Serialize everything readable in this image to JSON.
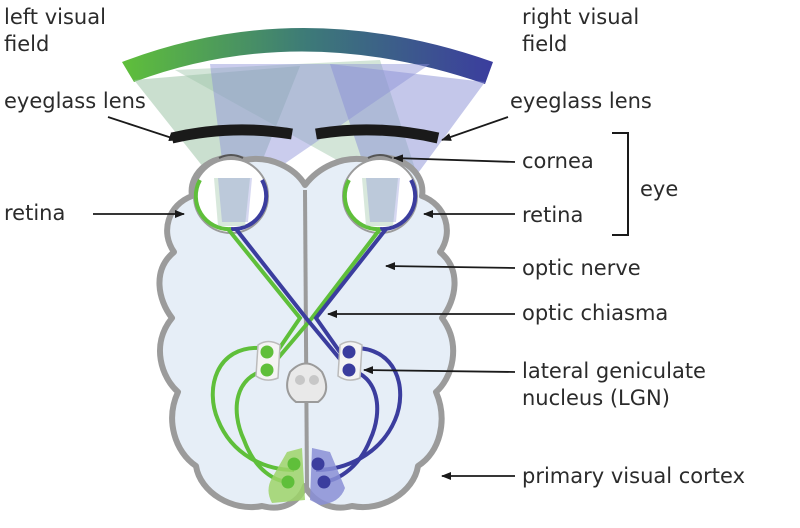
{
  "labels": {
    "left_visual_field_line1": "left visual",
    "left_visual_field_line2": "field",
    "right_visual_field_line1": "right visual",
    "right_visual_field_line2": "field",
    "eyeglass_lens_left": "eyeglass lens",
    "eyeglass_lens_right": "eyeglass lens",
    "cornea": "cornea",
    "eye": "eye",
    "retina_left": "retina",
    "retina_right": "retina",
    "optic_nerve": "optic nerve",
    "optic_chiasma": "optic chiasma",
    "lgn_line1": "lateral geniculate",
    "lgn_line2": "nucleus (LGN)",
    "primary_visual_cortex": "primary visual cortex"
  },
  "colors": {
    "left_field_green": "#5fbf3a",
    "right_field_blue": "#3b3d9e",
    "brain_fill": "#e6eef7",
    "brain_outline": "#9b9b9b",
    "lens": "#1a1a1a",
    "text": "#2b2b2b",
    "arrow": "#1a1a1a"
  }
}
